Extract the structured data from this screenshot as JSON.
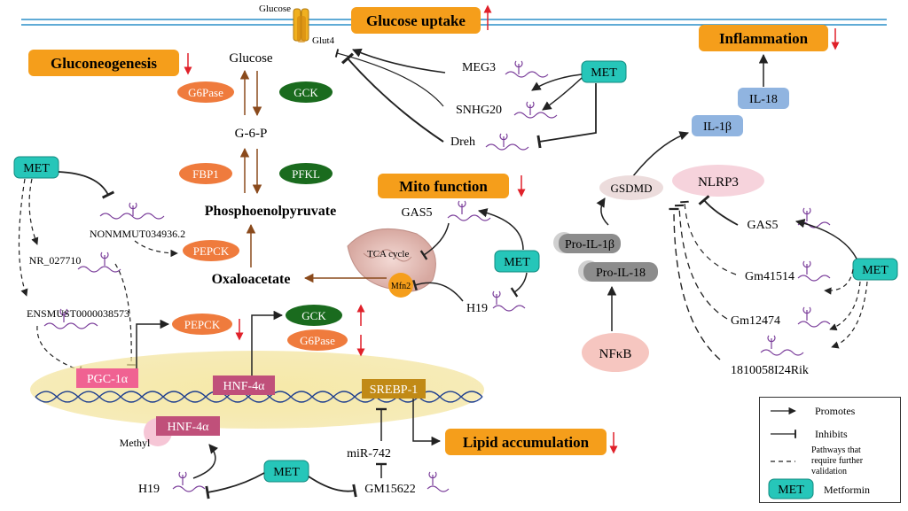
{
  "membrane": {
    "glucose_label": "Glucose",
    "glut4_label": "Glut4"
  },
  "pathway": {
    "glucose": "Glucose",
    "g6p": "G-6-P",
    "pep": "Phosphoenolpyruvate",
    "oaa": "Oxaloacetate",
    "g6pase": "G6Pase",
    "gck": "GCK",
    "fbp1": "FBP1",
    "pfkl": "PFKL",
    "pepck": "PEPCK"
  },
  "outcomes": {
    "glucose_uptake": "Glucose uptake",
    "gluconeogenesis": "Gluconeogenesis",
    "inflammation": "Inflammation",
    "mito_function": "Mito function",
    "lipid_accumulation": "Lipid accumulation"
  },
  "rnas": {
    "meg3": "MEG3",
    "snhg20": "SNHG20",
    "dreh": "Dreh",
    "nonmmut": "NONMMUT034936.2",
    "nr": "NR_027710",
    "ensmust": "ENSMUST0000038573",
    "gas5": "GAS5",
    "h19": "H19",
    "gm41514": "Gm41514",
    "gm12474": "Gm12474",
    "rik": "1810058I24Rik",
    "mir742": "miR-742",
    "gm15622": "GM15622"
  },
  "met_label": "MET",
  "mito": {
    "tca": "TCA cycle",
    "mfn2": "Mfn2"
  },
  "nucleus": {
    "pgc1a": "PGC-1α",
    "hnf4a": "HNF-4α",
    "srebp1": "SREBP-1",
    "pepck": "PEPCK",
    "gck": "GCK",
    "g6pase": "G6Pase",
    "hnf4a_methyl": "HNF-4α",
    "methyl": "Methyl"
  },
  "inflam": {
    "il18": "IL-18",
    "il1b": "IL-1β",
    "gsdmd": "GSDMD",
    "nlrp3": "NLRP3",
    "pro_il1b": "Pro-IL-1β",
    "pro_il18": "Pro-IL-18",
    "nfkb": "NFκB"
  },
  "legend": {
    "promotes": "Promotes",
    "inhibits": "Inhibits",
    "dashed_line1": "Pathways that",
    "dashed_line2": "require further",
    "dashed_line3": "validation",
    "met": "MET",
    "metformin": "Metformin"
  },
  "colors": {
    "orange": "#f59e1b",
    "orange_oval": "#ef7b3d",
    "green_oval": "#1a6b1e",
    "teal": "#26c6b9",
    "up_down_arrow": "#e0212a",
    "pink": "#f06292",
    "hnf_box": "#c0507a",
    "srebp_box": "#c18a16",
    "il_box": "#90b4e0"
  }
}
